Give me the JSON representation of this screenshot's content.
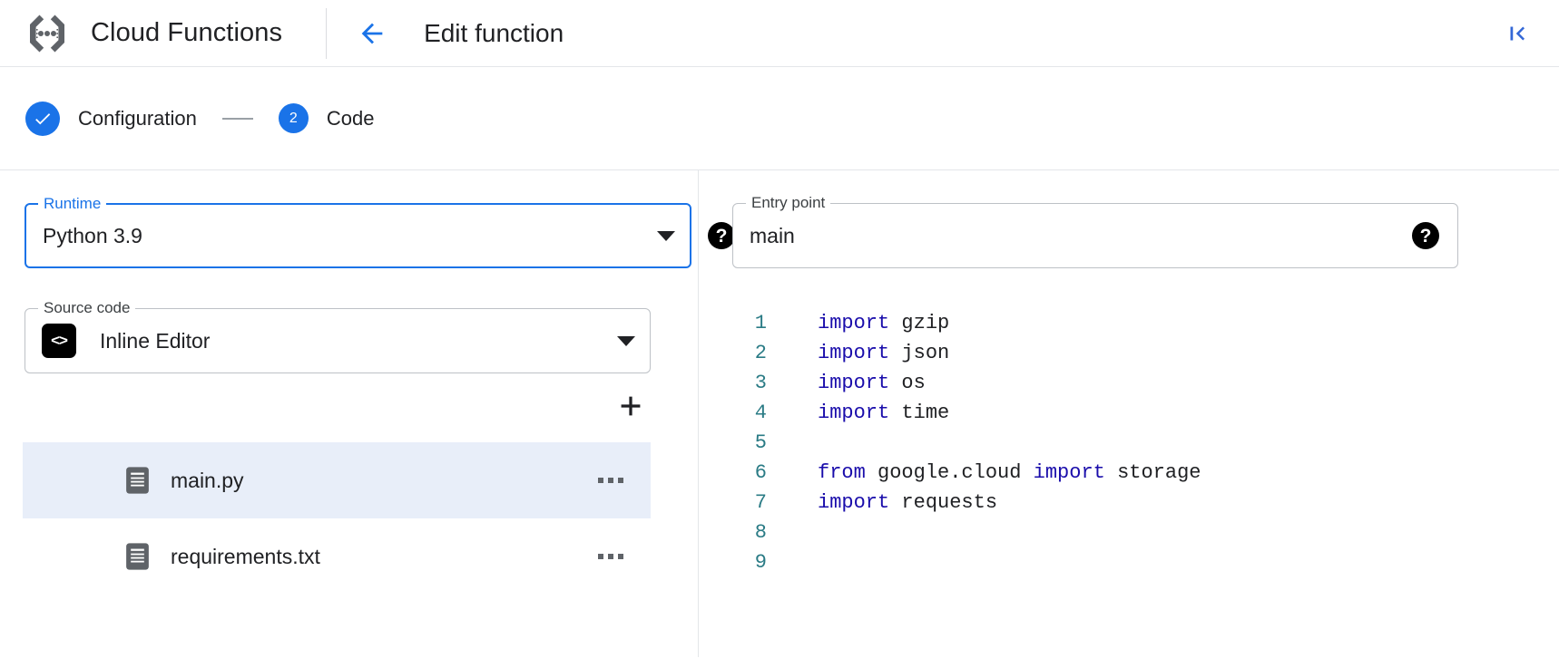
{
  "header": {
    "brand_logo_icon": "cloud-functions-logo-icon",
    "brand_title": "Cloud Functions",
    "back_icon": "arrow-left-icon",
    "page_title": "Edit function",
    "collapse_icon": "collapse-panel-left-icon"
  },
  "stepper": {
    "steps": [
      {
        "marker": "✓",
        "label": "Configuration",
        "state": "complete",
        "icon": "check-icon"
      },
      {
        "marker": "2",
        "label": "Code",
        "state": "active",
        "icon": "step-number-icon"
      }
    ]
  },
  "runtime": {
    "legend": "Runtime",
    "value": "Python 3.9",
    "caret_icon": "chevron-down-icon",
    "help_icon": "help-icon",
    "help_glyph": "?"
  },
  "entry_point": {
    "legend": "Entry point",
    "value": "main",
    "placeholder": "main",
    "help_icon": "help-icon",
    "help_glyph": "?"
  },
  "source_code": {
    "legend": "Source code",
    "value": "Inline Editor",
    "badge_glyph": "<>",
    "badge_icon": "code-icon",
    "caret_icon": "chevron-down-icon"
  },
  "file_list": {
    "add_button_icon": "plus-icon",
    "add_button_label": "+",
    "files": [
      {
        "name": "main.py",
        "icon": "file-document-icon",
        "selected": true,
        "menu_icon": "more-options-icon"
      },
      {
        "name": "requirements.txt",
        "icon": "file-document-icon",
        "selected": false,
        "menu_icon": "more-options-icon"
      }
    ]
  },
  "editor": {
    "lines": [
      {
        "no": "1",
        "tokens": [
          {
            "t": "import",
            "c": "kw"
          },
          {
            "t": " gzip",
            "c": ""
          }
        ]
      },
      {
        "no": "2",
        "tokens": [
          {
            "t": "import",
            "c": "kw"
          },
          {
            "t": " json",
            "c": ""
          }
        ]
      },
      {
        "no": "3",
        "tokens": [
          {
            "t": "import",
            "c": "kw"
          },
          {
            "t": " os",
            "c": ""
          }
        ]
      },
      {
        "no": "4",
        "tokens": [
          {
            "t": "import",
            "c": "kw"
          },
          {
            "t": " time",
            "c": ""
          }
        ]
      },
      {
        "no": "5",
        "tokens": []
      },
      {
        "no": "6",
        "tokens": [
          {
            "t": "from",
            "c": "kw"
          },
          {
            "t": " google.cloud ",
            "c": ""
          },
          {
            "t": "import",
            "c": "kw"
          },
          {
            "t": " storage",
            "c": ""
          }
        ]
      },
      {
        "no": "7",
        "tokens": [
          {
            "t": "import",
            "c": "kw"
          },
          {
            "t": " requests",
            "c": ""
          }
        ]
      },
      {
        "no": "8",
        "tokens": []
      },
      {
        "no": "9",
        "tokens": []
      }
    ],
    "plain_text": "import gzip\nimport json\nimport os\nimport time\n\nfrom google.cloud import storage\nimport requests\n\n"
  },
  "colors": {
    "accent_blue": "#1a73e8",
    "keyword_blue": "#1a0dab",
    "line_number_teal": "#2a7b85",
    "selected_row_bg": "#e8eef9",
    "border_gray": "#bdc1c6",
    "text_primary": "#202124",
    "icon_gray": "#5f6368"
  }
}
